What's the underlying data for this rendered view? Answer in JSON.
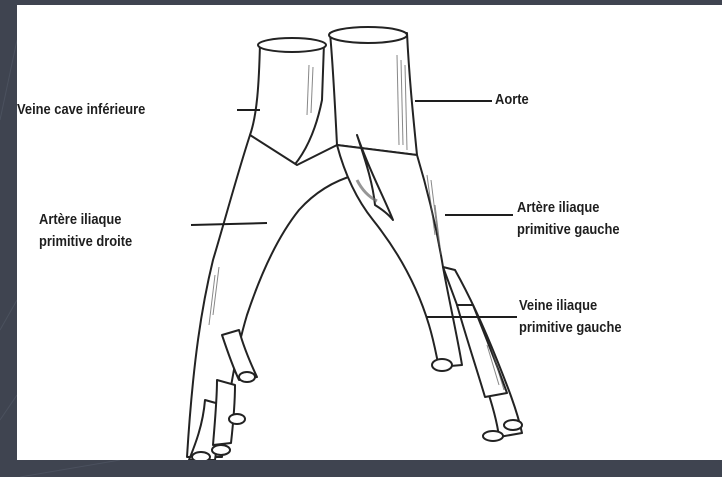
{
  "figure": {
    "labels": {
      "veine_cave_inferieure": "Veine cave inférieure",
      "aorte": "Aorte",
      "artere_iliaque_droite": [
        "Artère iliaque",
        "primitive droite"
      ],
      "artere_iliaque_gauche": [
        "Artère iliaque",
        "primitive gauche"
      ],
      "veine_iliaque_gauche": [
        "Veine iliaque",
        "primitive gauche"
      ]
    }
  },
  "colors": {
    "slide_background": "#3f4450",
    "figure_background": "#ffffff",
    "ink": "#1e1e1e"
  }
}
